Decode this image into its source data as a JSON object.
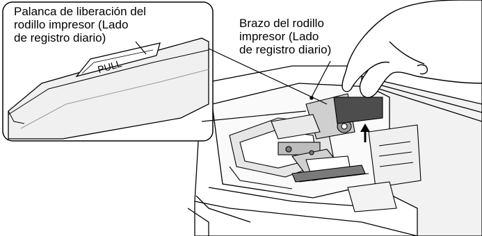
{
  "callouts": {
    "lever_label": "Palanca de liberación del\nrodillo impresor (Lado\nde registro diario)",
    "arm_label": "Brazo del rodillo\nimpresor (Lado\nde registro diario)"
  },
  "inset": {
    "pull_text": "PULL"
  },
  "colors": {
    "line": "#000000",
    "background": "#ffffff",
    "shade_light": "#e6e6e6",
    "shade_mid": "#bdbdbd",
    "shade_dark": "#7a7a7a"
  }
}
